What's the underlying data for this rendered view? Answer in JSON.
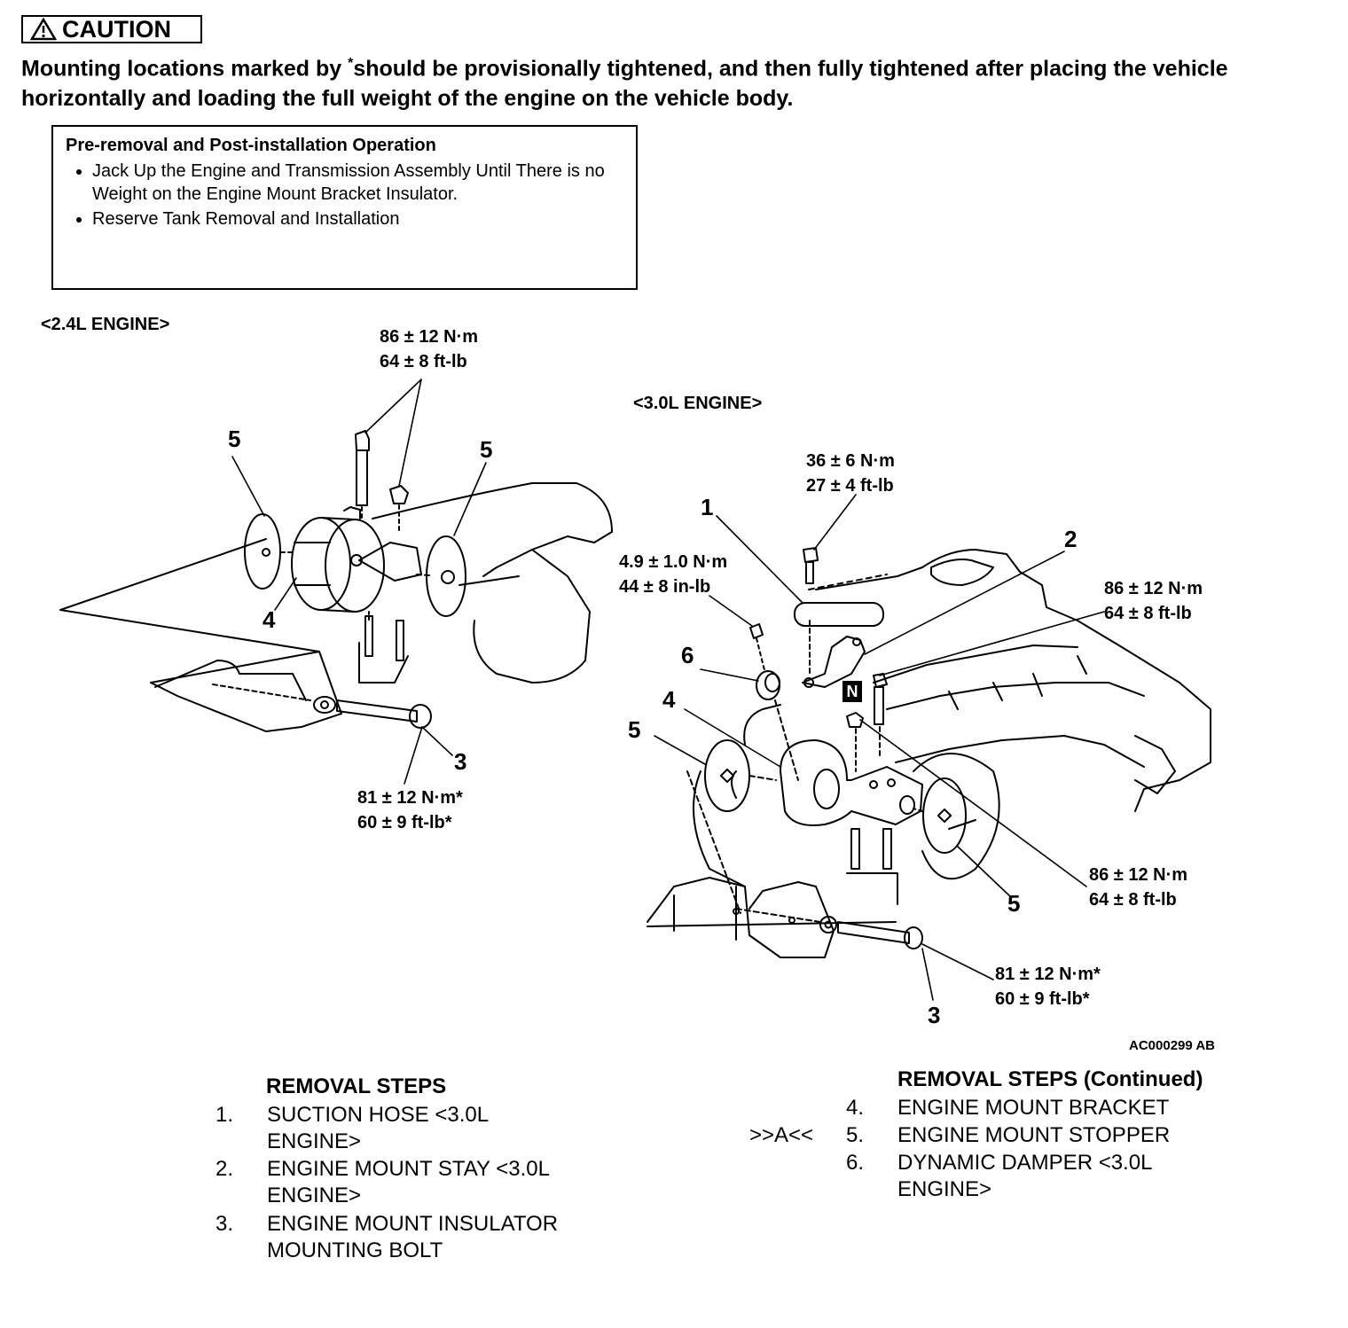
{
  "caution": {
    "label": "CAUTION",
    "text_before": "Mounting locations marked by ",
    "asterisk": "*",
    "text_after": "should be provisionally tightened, and then fully tightened after placing the vehicle horizontally and loading the full weight of the engine on the vehicle body."
  },
  "pre_removal": {
    "title": "Pre-removal and Post-installation Operation",
    "items": [
      "Jack Up the Engine and Transmission Assembly Until There is no Weight on the Engine Mount Bracket Insulator.",
      "Reserve Tank Removal and Installation"
    ]
  },
  "left_diagram": {
    "title": "<2.4L ENGINE>",
    "torque_top": [
      "86 ± 12 N·m",
      "64 ± 8 ft-lb"
    ],
    "torque_bottom": [
      "81 ± 12 N·m*",
      "60 ± 9 ft-lb*"
    ],
    "callouts": {
      "a": "5",
      "b": "5",
      "c": "4",
      "d": "3"
    }
  },
  "right_diagram": {
    "title": "<3.0L ENGINE>",
    "torque_stay": [
      "36 ± 6 N·m",
      "27 ± 4 ft-lb"
    ],
    "torque_damper": [
      "4.9 ± 1.0 N·m",
      "44 ± 8 in-lb"
    ],
    "torque_upper": [
      "86 ± 12 N·m",
      "64 ± 8 ft-lb"
    ],
    "torque_lower": [
      "86 ± 12 N·m",
      "64 ± 8 ft-lb"
    ],
    "torque_bolt": [
      "81 ± 12 N·m*",
      "60 ± 9 ft-lb*"
    ],
    "nut_badge": "N",
    "callouts": {
      "c1": "1",
      "c2": "2",
      "c6": "6",
      "c4": "4",
      "c5a": "5",
      "c5b": "5",
      "c3": "3"
    }
  },
  "figure_code": "AC000299 AB",
  "removal_steps": {
    "title": "REMOVAL STEPS",
    "steps": [
      {
        "n": "1.",
        "lines": [
          "SUCTION HOSE <3.0L",
          "ENGINE>"
        ]
      },
      {
        "n": "2.",
        "lines": [
          "ENGINE MOUNT STAY <3.0L",
          "ENGINE>"
        ]
      },
      {
        "n": "3.",
        "lines": [
          "ENGINE MOUNT INSULATOR",
          "MOUNTING BOLT"
        ]
      }
    ]
  },
  "removal_steps_cont": {
    "title": "REMOVAL STEPS (Continued)",
    "marker": ">>A<<",
    "steps": [
      {
        "n": "4.",
        "lines": [
          "ENGINE MOUNT BRACKET"
        ]
      },
      {
        "n": "5.",
        "lines": [
          "ENGINE MOUNT STOPPER"
        ]
      },
      {
        "n": "6.",
        "lines": [
          "DYNAMIC DAMPER <3.0L",
          "ENGINE>"
        ]
      }
    ]
  }
}
